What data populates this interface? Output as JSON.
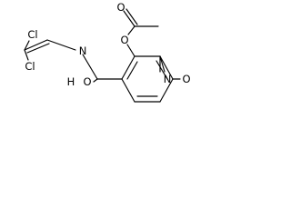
{
  "molecule": {
    "atoms": {
      "cl_top": "Cl",
      "cl_bottom": "Cl",
      "amide_n": "N",
      "amide_h": "H",
      "amide_o": "O",
      "ester_o": "O",
      "carbonyl_o": "O",
      "nitroso_n": "N",
      "nitroso_o": "O"
    },
    "colors": {
      "bond": "#000000",
      "label": "#000000",
      "background": "#ffffff"
    }
  }
}
